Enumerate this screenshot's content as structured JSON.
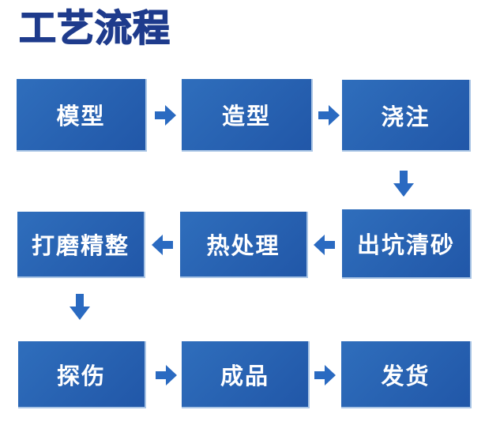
{
  "title": "工艺流程",
  "colors": {
    "background": "#ffffff",
    "title": "#1e3b8c",
    "box_start": "#2f6ebc",
    "box_end": "#2157a8",
    "box_edge": "#aac5e5",
    "box_text": "#ffffff",
    "arrow": "#2a6ac1"
  },
  "flow": {
    "rows": [
      {
        "direction": "right",
        "boxes": [
          "模型",
          "造型",
          "浇注"
        ]
      },
      {
        "direction": "left",
        "boxes": [
          "打磨精整",
          "热处理",
          "出坑清砂"
        ]
      },
      {
        "direction": "right",
        "boxes": [
          "探伤",
          "成品",
          "发货"
        ]
      }
    ]
  }
}
